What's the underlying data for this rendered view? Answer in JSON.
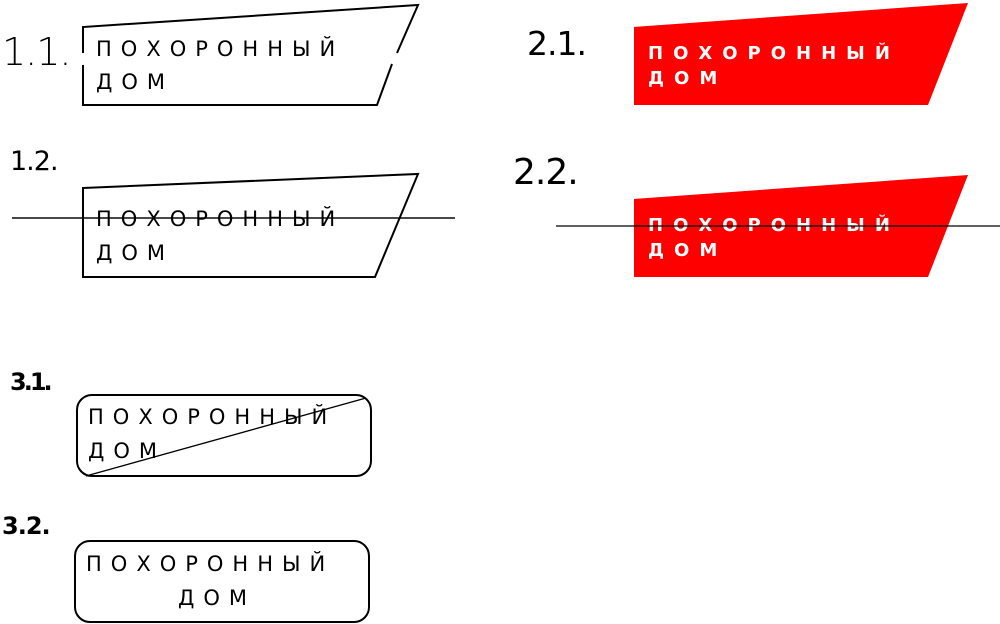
{
  "variants": [
    {
      "id": "1.1",
      "label": "1.1.",
      "line1": "ПОХОРОННЫЙ",
      "line2": "ДОМ",
      "style": "outline-trapezoid-broken-edges",
      "text_color": "#000000"
    },
    {
      "id": "1.2",
      "label": "1.2.",
      "line1": "ПОХОРОННЫЙ",
      "line2": "ДОМ",
      "style": "outline-trapezoid-crossed-horizontal",
      "text_color": "#000000"
    },
    {
      "id": "2.1",
      "label": "2.1.",
      "line1": "ПОХОРОННЫЙ",
      "line2": "ДОМ",
      "style": "red-filled-trapezoid",
      "fill": "#ff0000",
      "text_color": "#ffffff"
    },
    {
      "id": "2.2",
      "label": "2.2.",
      "line1": "ПОХОРОННЫЙ",
      "line2": "ДОМ",
      "style": "red-filled-trapezoid-crossed-horizontal",
      "fill": "#ff0000",
      "text_color": "#ffffff"
    },
    {
      "id": "3.1",
      "label": "3.1.",
      "line1": "ПОХОРОННЫЙ",
      "line2": "ДОМ",
      "style": "rounded-rect-crossed-diagonal",
      "text_color": "#000000"
    },
    {
      "id": "3.2",
      "label": "3.2.",
      "line1": "ПОХОРОННЫЙ",
      "line2": "ДОМ",
      "style": "rounded-rect-centered",
      "text_color": "#000000"
    }
  ],
  "colors": {
    "accent": "#ff0000",
    "stroke": "#000000",
    "background": "#ffffff"
  }
}
